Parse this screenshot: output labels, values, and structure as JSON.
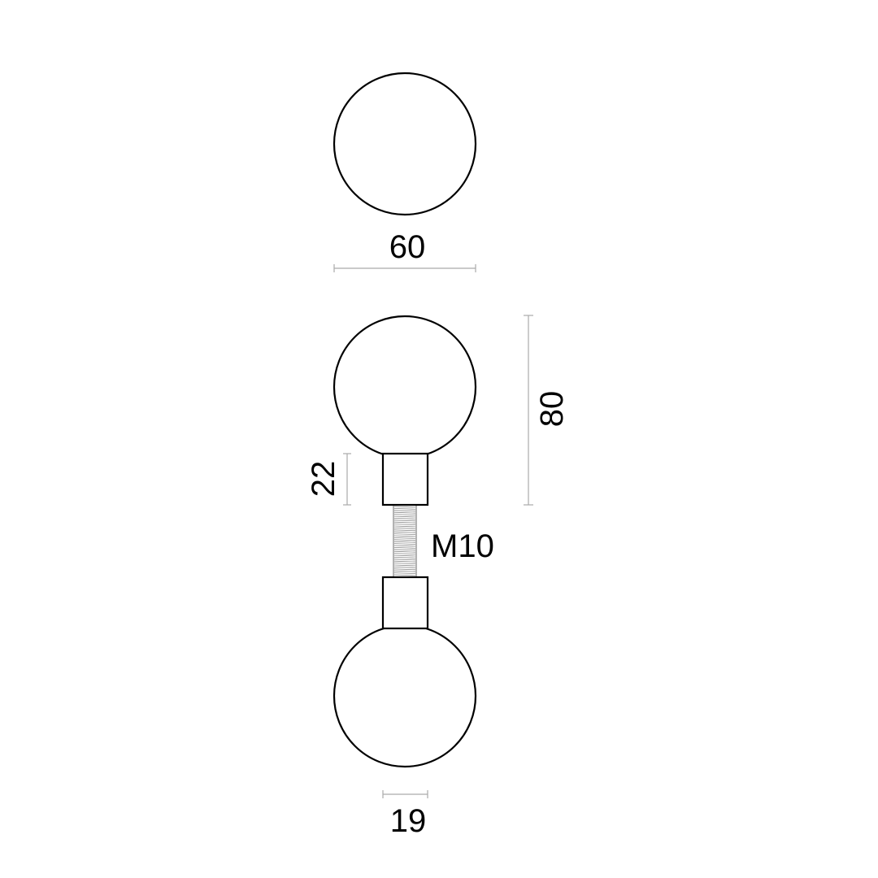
{
  "dimensions": {
    "diameter": "60",
    "total_height": "80",
    "collar_height": "22",
    "thread": "M10",
    "collar_width": "19"
  },
  "colors": {
    "line": "#000000",
    "dimension_line": "#aaaaaa",
    "thread": "#888888"
  }
}
